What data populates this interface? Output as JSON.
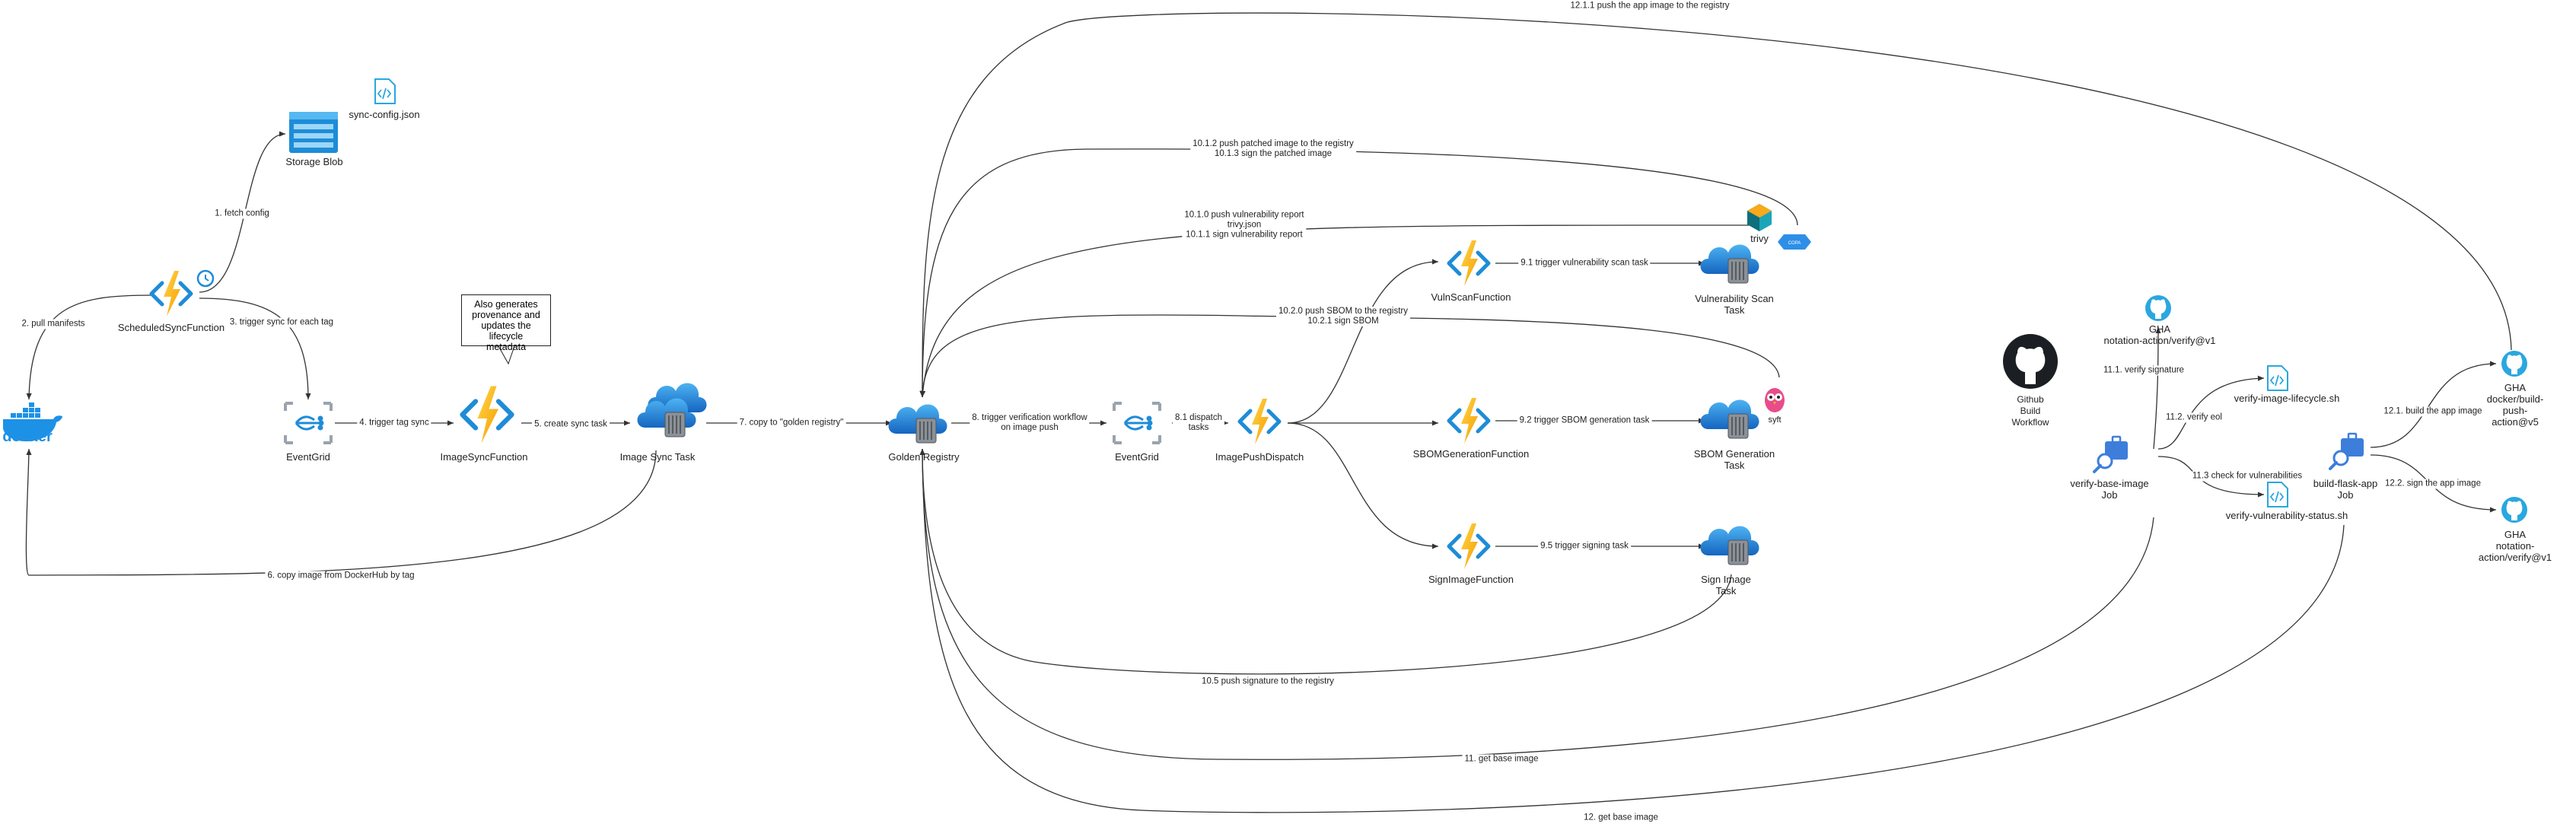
{
  "nodes": {
    "sync_config": "sync-config.json",
    "storage_blob": "Storage Blob",
    "scheduled_sync": "ScheduledSyncFunction",
    "docker": "docker",
    "eventgrid_1": "EventGrid",
    "image_sync_fn": "ImageSyncFunction",
    "image_sync_task": "Image Sync Task",
    "golden_registry": "Golden Registry",
    "eventgrid_2": "EventGrid",
    "image_push_dispatch": "ImagePushDispatch",
    "vuln_scan_fn": "VulnScanFunction",
    "vuln_scan_task": "Vulnerability Scan\nTask",
    "sbom_fn": "SBOMGenerationFunction",
    "sbom_task": "SBOM Generation\nTask",
    "sign_fn": "SignImageFunction",
    "sign_task": "Sign Image\nTask",
    "trivy": "trivy",
    "syft": "syft",
    "github_workflow": "Github\nBuild\nWorkflow",
    "gha_notation_top": "GHA\nnotation-action/verify@v1",
    "verify_lifecycle": "verify-image-lifecycle.sh",
    "verify_vuln": "verify-vulnerability-status.sh",
    "verify_base_job": "verify-base-image\nJob",
    "build_flask_job": "build-flask-app\nJob",
    "gha_docker": "GHA\ndocker/build-push-action@v5",
    "gha_notation_bottom": "GHA\nnotation-action/verify@v1"
  },
  "callout": "Also generates\nprovenance and\nupdates the lifecycle\nmetadata",
  "edges": {
    "e1": "1. fetch config",
    "e2": "2. pull manifests",
    "e3": "3. trigger sync for each tag",
    "e4": "4. trigger tag sync",
    "e5": "5. create sync task",
    "e6": "6. copy image from DockerHub by tag",
    "e7": "7. copy to \"golden registry\"",
    "e8": "8. trigger verification workflow\non image push",
    "e81": "8.1 dispatch\ntasks",
    "e91": "9.1 trigger vulnerability scan task",
    "e92": "9.2 trigger SBOM generation task",
    "e95": "9.5 trigger signing task",
    "e100": "10.1.0 push vulnerability report\ntrivy.json\n10.1.1 sign vulnerability report",
    "e101": "10.1.2 push patched image to the registry\n10.1.3 sign the patched image",
    "e102": "10.2.0 push SBOM to the registry\n10.2.1 sign SBOM",
    "e105": "10.5 push signature to the registry",
    "e11": "11. get base image",
    "e111": "11.1. verify signature",
    "e112": "11.2. verify eol",
    "e113": "11.3 check for vulnerabilities",
    "e12": "12. get base image",
    "e121": "12.1. build the app image",
    "e122": "12.2. sign the app image",
    "e1211": "12.1.1 push the app image to the registry"
  },
  "colors": {
    "azure_blue": "#1E8CD7",
    "function_yellow": "#F7B500",
    "eventgrid_gray": "#9AA3AD",
    "docker_blue": "#1D91E6",
    "github_black": "#1B1F23",
    "copacetic_blue": "#2E8FE8",
    "syft_pink": "#E84C8B"
  },
  "icons": {
    "config_file": "code-file-icon",
    "blob": "storage-blob-icon",
    "function": "azure-function-icon",
    "eventgrid": "eventgrid-icon",
    "registry": "container-registry-icon",
    "task": "registry-task-icon",
    "github": "github-icon",
    "job": "job-search-icon",
    "gha": "gha-icon"
  }
}
